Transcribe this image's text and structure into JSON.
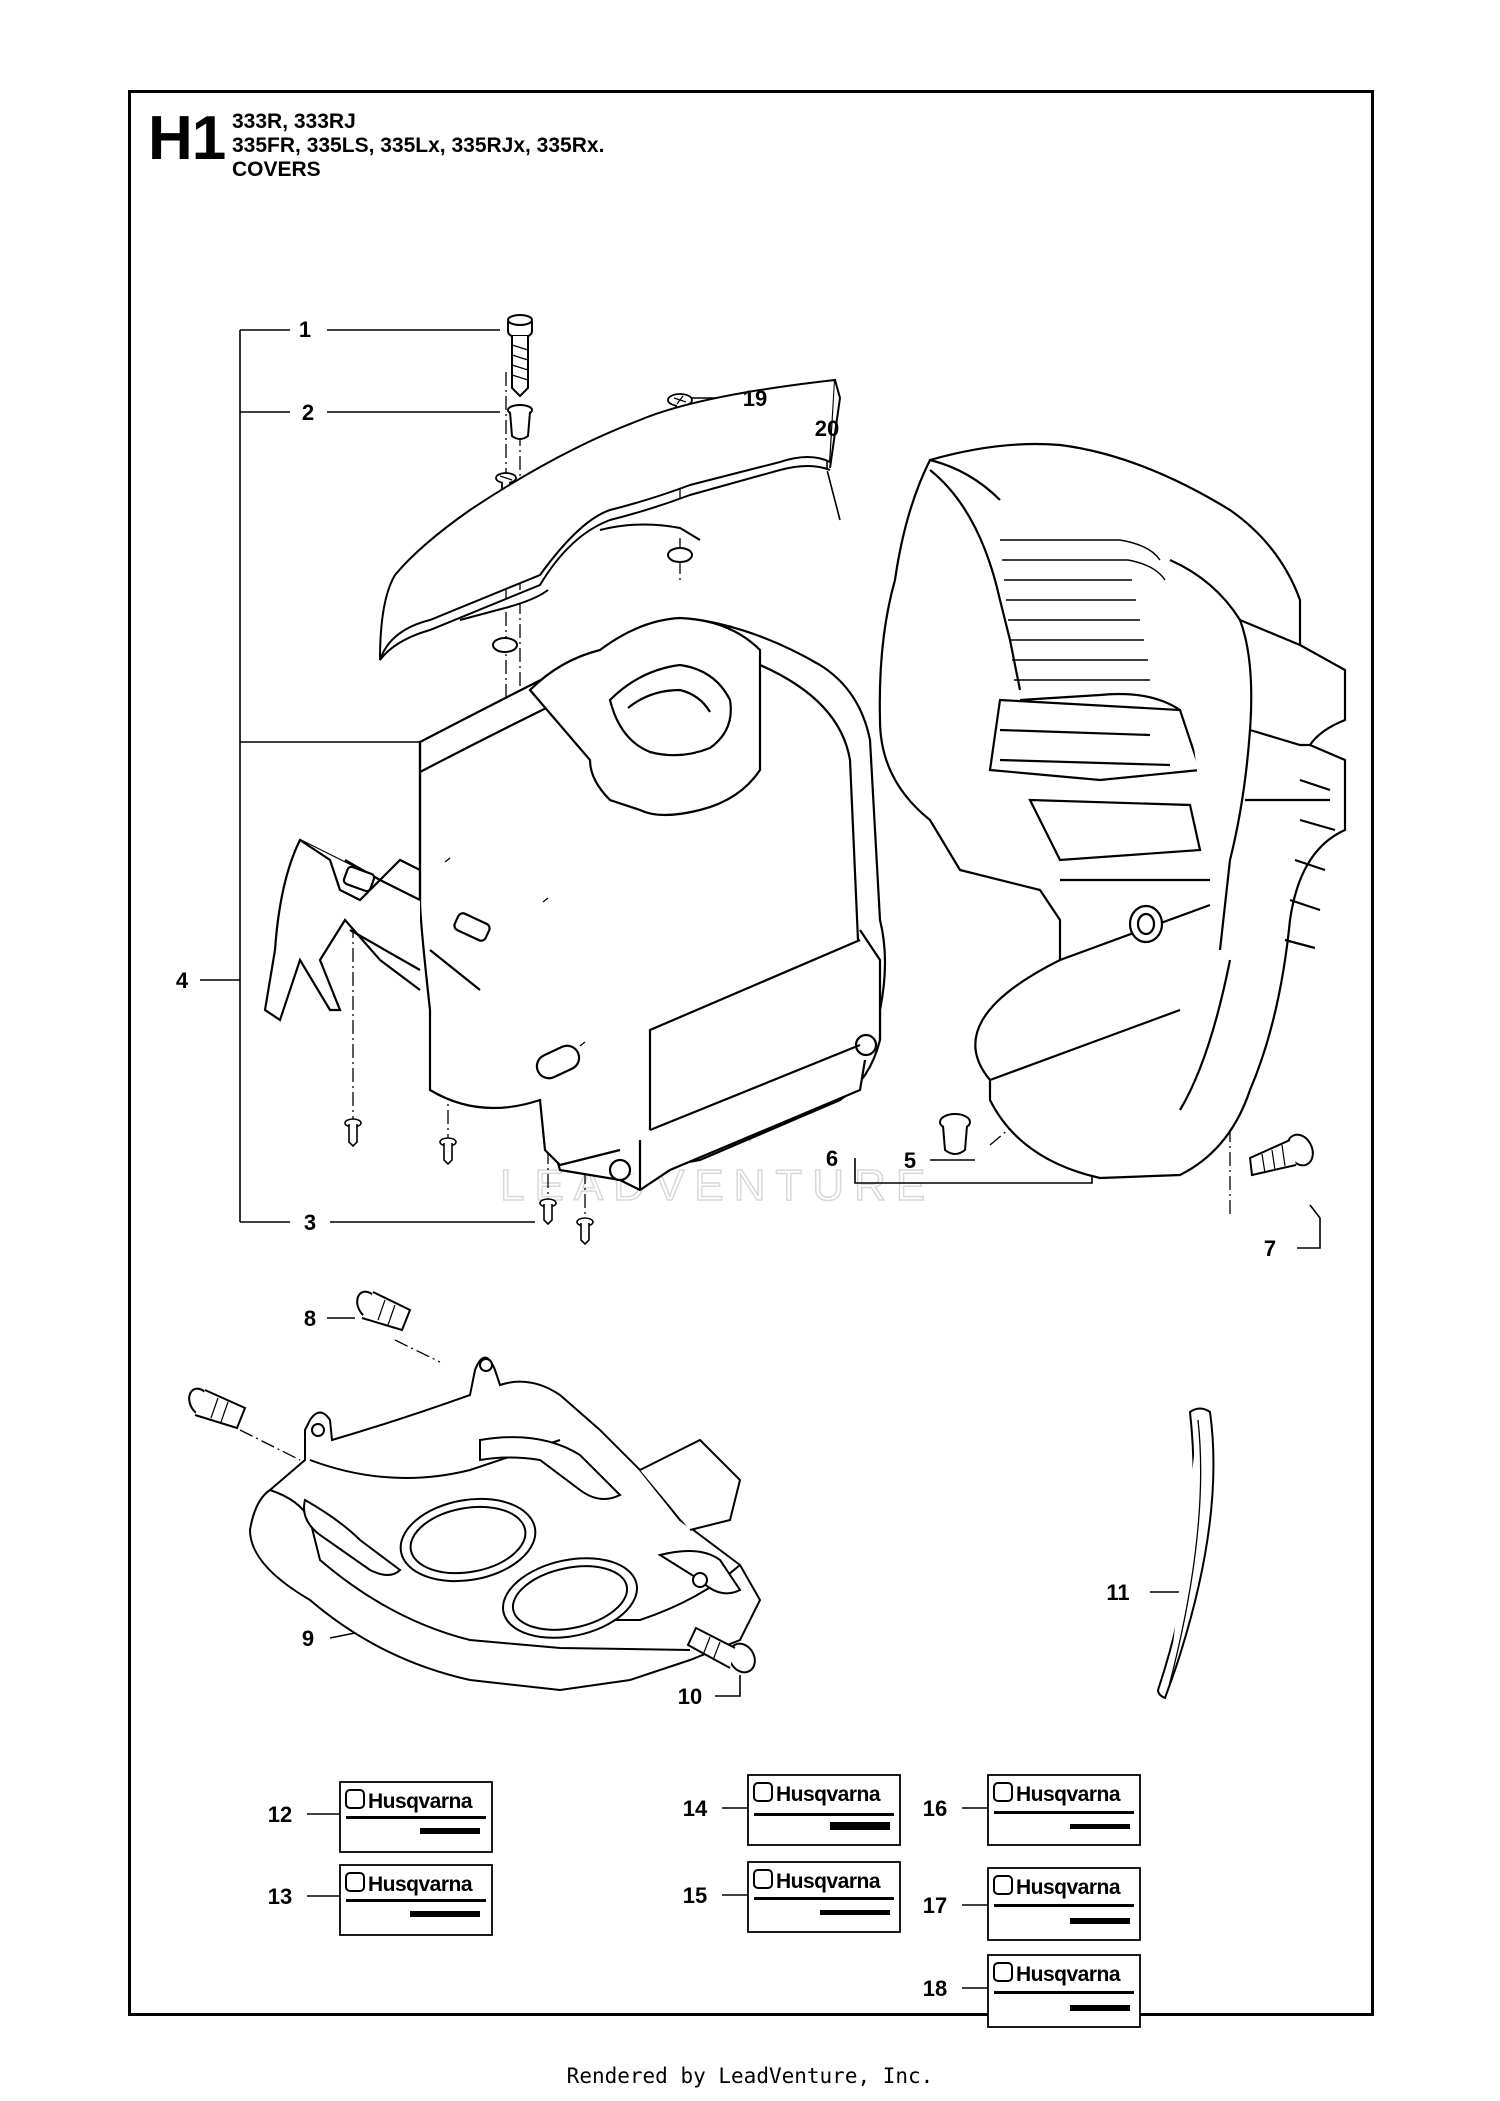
{
  "header": {
    "code": "H1",
    "models_line1": "333R, 333RJ",
    "models_line2": "335FR, 335LS, 335Lx, 335RJx, 335Rx.",
    "section": "COVERS"
  },
  "callouts": [
    "1",
    "2",
    "3",
    "4",
    "5",
    "6",
    "7",
    "8",
    "9",
    "10",
    "11",
    "12",
    "13",
    "14",
    "15",
    "16",
    "17",
    "18",
    "19",
    "20"
  ],
  "decal_brand": "Husqvarna",
  "watermark": "LEADVENTURE",
  "footer": "Rendered by LeadVenture, Inc."
}
